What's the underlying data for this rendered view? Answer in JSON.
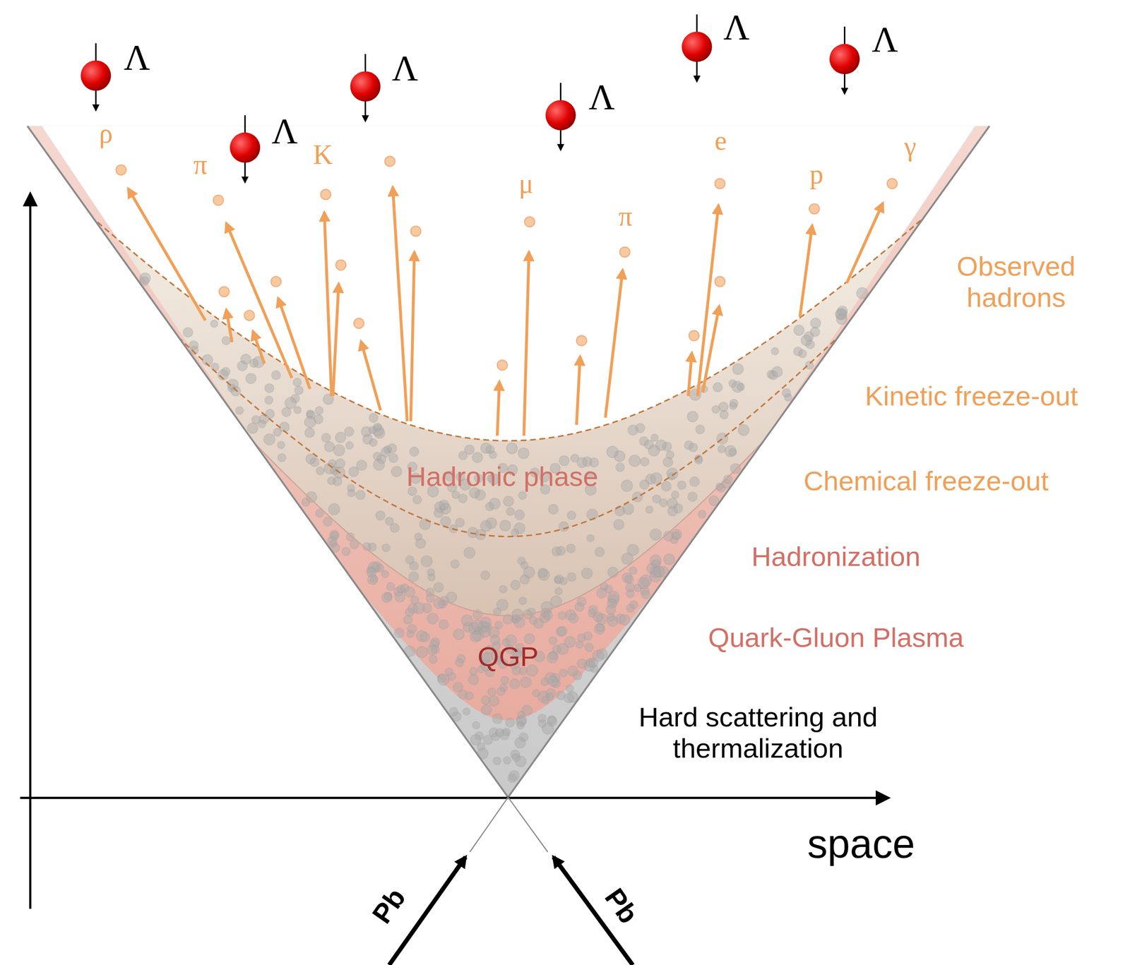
{
  "diagram": {
    "labels": [
      "Λ",
      "Λ",
      "Λ",
      "Λ",
      "Λ",
      "Λ",
      "ρ",
      "π",
      "K",
      "μ",
      "π",
      "e",
      "p",
      "γ",
      "Observed hadrons",
      "Kinetic freeze-out",
      "Chemical freeze-out",
      "Hadronization",
      "Quark-Gluon Plasma",
      "Hadronic phase",
      "QGP",
      "Hard scattering and thermalization",
      "space",
      "Pb",
      "Pb"
    ]
  }
}
